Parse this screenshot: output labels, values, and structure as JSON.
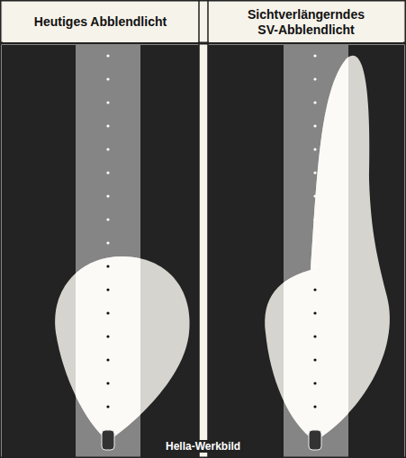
{
  "diagram": {
    "nodes": [
      {
        "text": [
          "Heutiges Abblendlicht"
        ]
      },
      {
        "text": [
          "Sichtverlängerndes SV-Abblendlicht"
        ]
      }
    ],
    "labels": [
      "Hella-Werkbild"
    ]
  }
}
